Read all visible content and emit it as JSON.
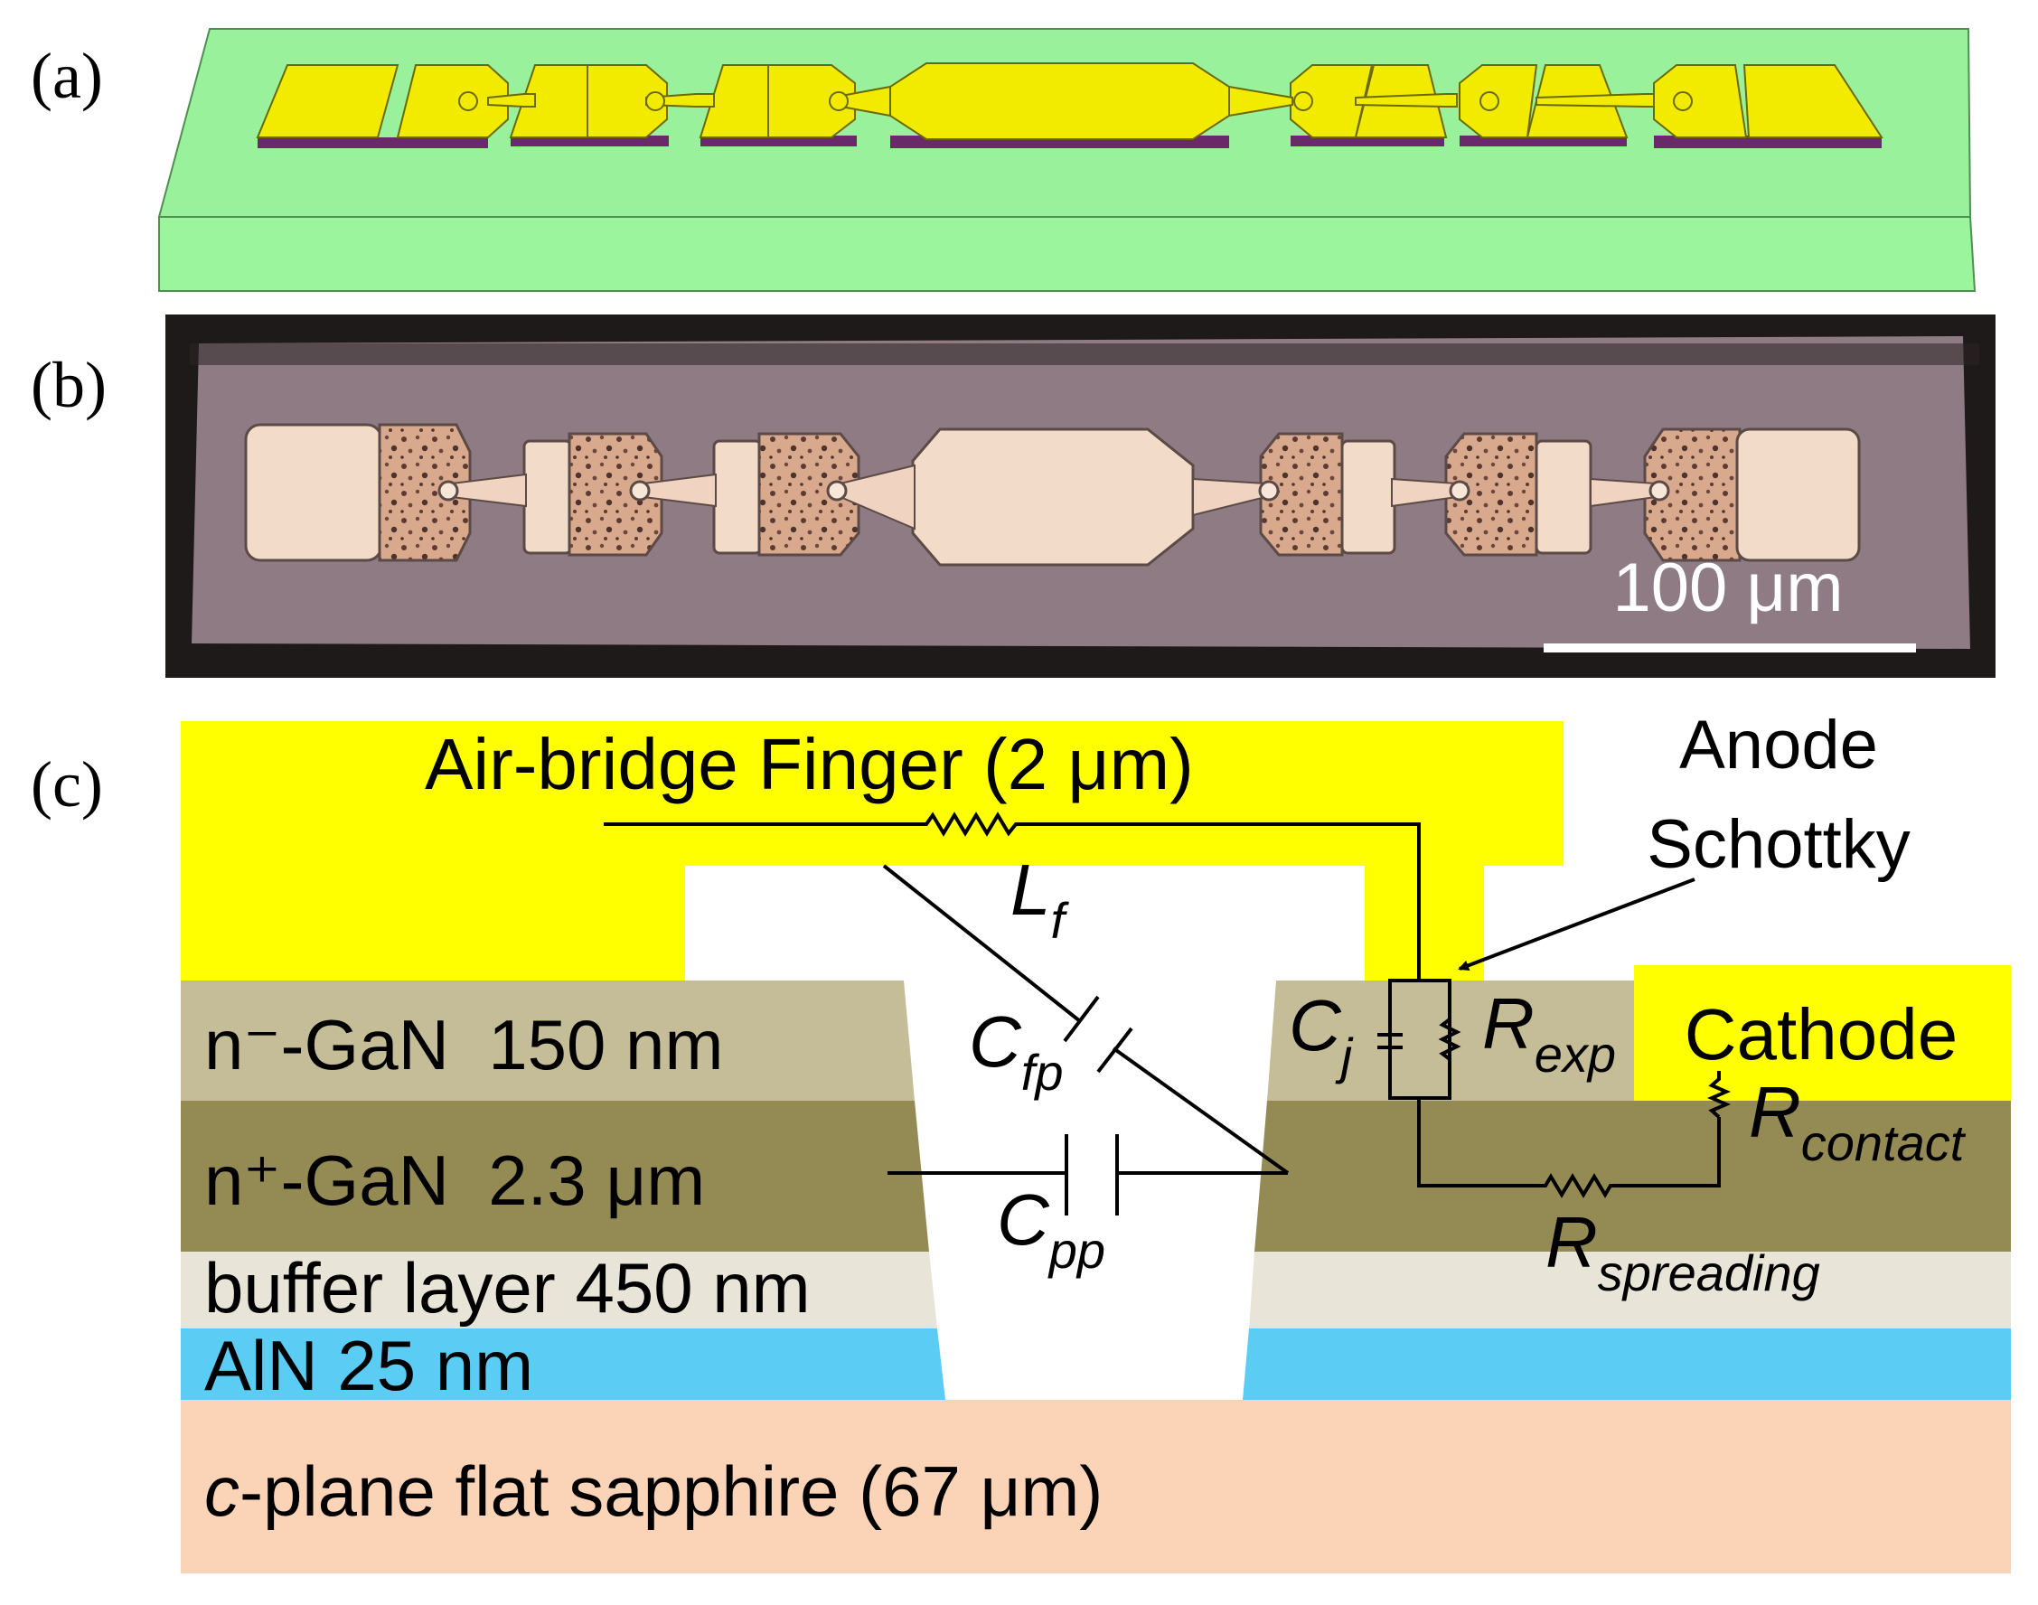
{
  "panel_labels": {
    "a": "(a)",
    "b": "(b)",
    "c": "(c)"
  },
  "scale_bar": {
    "label": "100 μm"
  },
  "layers": {
    "n_minus": "n⁻-GaN  150 nm",
    "n_plus": "n⁺-GaN  2.3 μm",
    "buffer": "buffer layer 450 nm",
    "aln": "AlN 25 nm",
    "substrate_c": "c",
    "substrate_rest": "-plane flat sapphire (67 μm)"
  },
  "annotations": {
    "air_bridge": "Air-bridge Finger (2 μm)",
    "anode_line1": "Anode",
    "anode_line2": "Schottky",
    "cathode": "Cathode"
  },
  "components": {
    "Lf": {
      "main": "L",
      "sub": "f"
    },
    "Cfp": {
      "main": "C",
      "sub": "fp"
    },
    "Cpp": {
      "main": "C",
      "sub": "pp"
    },
    "Cj": {
      "main": "C",
      "sub": "j"
    },
    "Rexp": {
      "main": "R",
      "sub": "exp"
    },
    "Rcontact": {
      "main": "R",
      "sub": "contact"
    },
    "Rspreading": {
      "main": "R",
      "sub": "spreading"
    }
  },
  "colors": {
    "metal_yellow": "#FFFF00",
    "model_green": "#99F19B",
    "n_minus_gan": "#C4BD97",
    "n_plus_gan": "#948A54",
    "buffer": "#E8E4D8",
    "aln": "#5BCCF4",
    "sapphire": "#FBD3B6",
    "photo_bg": "#8E7B84"
  }
}
